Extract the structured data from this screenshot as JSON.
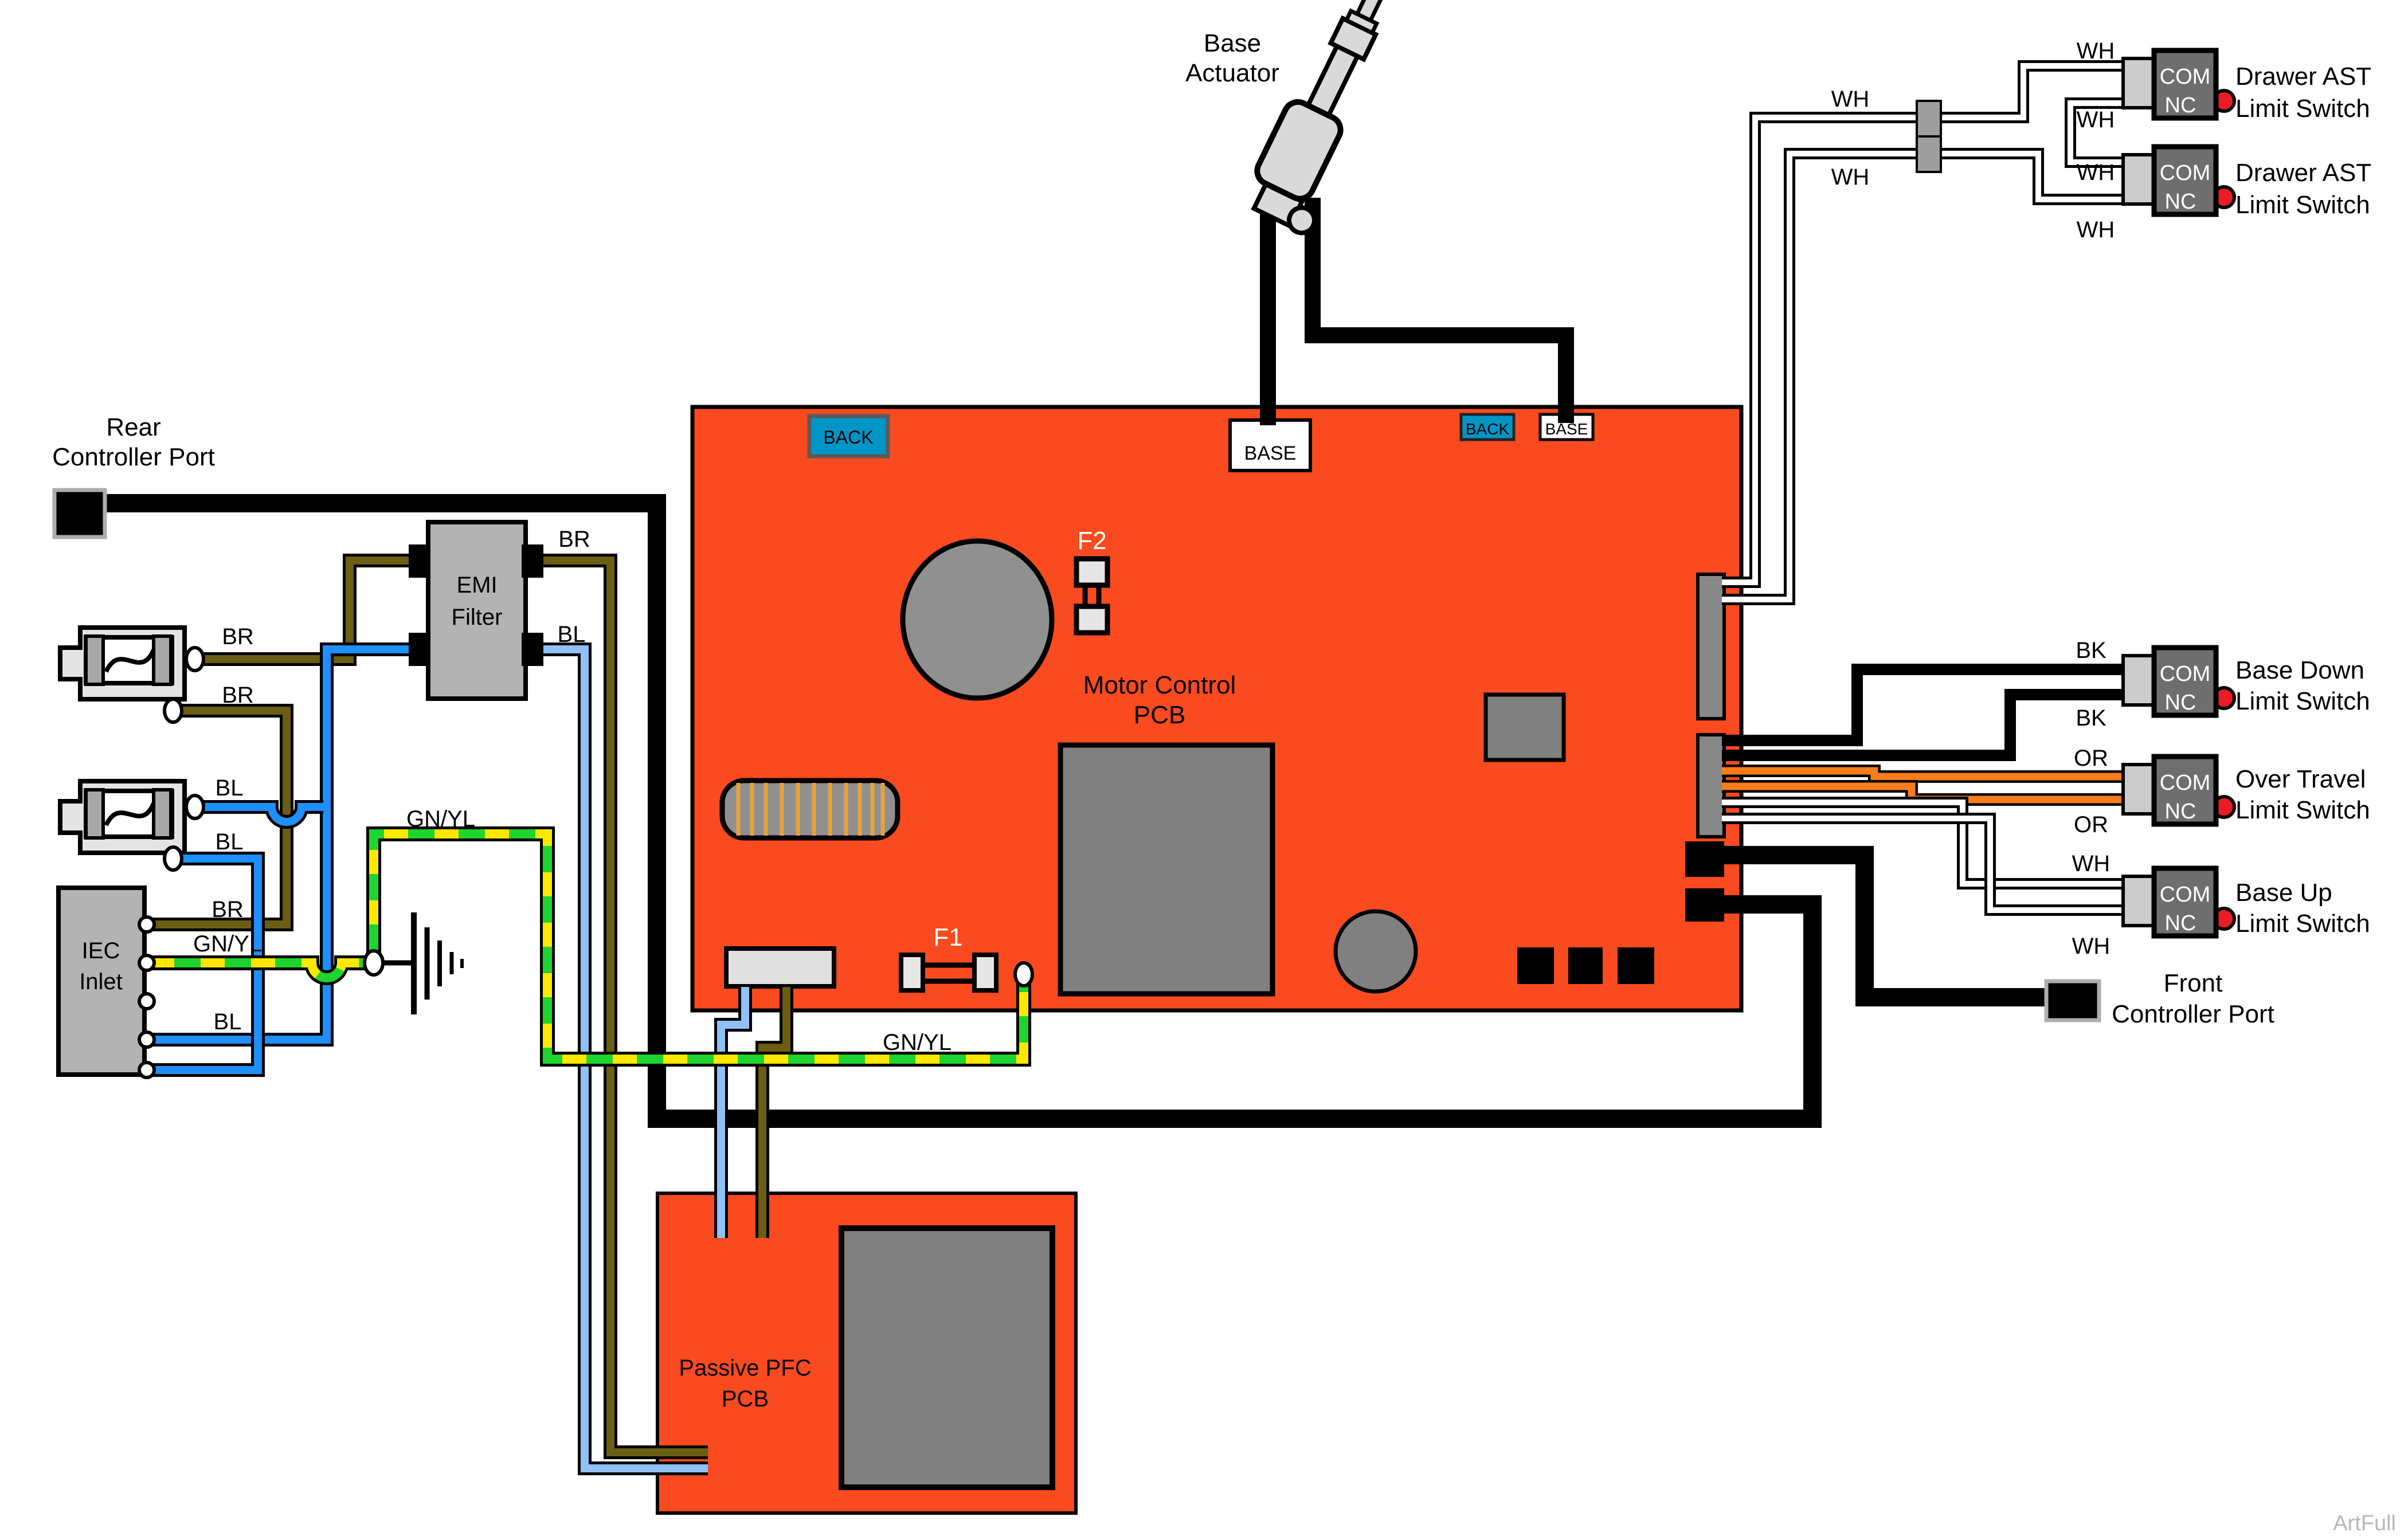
{
  "watermark": "ArtFull",
  "codes": {
    "WH": "WH",
    "BK": "BK",
    "OR": "OR",
    "BR": "BR",
    "BL": "BL",
    "GNYL": "GN/YL",
    "COM": "COM",
    "NC": "NC",
    "BACK": "BACK",
    "BASE": "BASE"
  },
  "actuator": {
    "line1": "Base",
    "line2": "Actuator"
  },
  "ports": {
    "rear": {
      "line1": "Rear",
      "line2": "Controller Port"
    },
    "front": {
      "line1": "Front",
      "line2": "Controller Port"
    }
  },
  "boards": {
    "motor": {
      "line1": "Motor Control",
      "line2": "PCB",
      "fuse_f1": "F1",
      "fuse_f2": "F2"
    },
    "pfc": {
      "line1": "Passive PFC",
      "line2": "PCB"
    }
  },
  "emi": {
    "line1": "EMI",
    "line2": "Filter"
  },
  "iec": {
    "line1": "IEC",
    "line2": "Inlet"
  },
  "switches": {
    "drawer1": {
      "line1": "Drawer AST",
      "line2": "Limit Switch"
    },
    "drawer2": {
      "line1": "Drawer AST",
      "line2": "Limit Switch"
    },
    "base_down": {
      "line1": "Base Down",
      "line2": "Limit Switch"
    },
    "over_travel": {
      "line1": "Over Travel",
      "line2": "Limit Switch"
    },
    "base_up": {
      "line1": "Base Up",
      "line2": "Limit Switch"
    }
  },
  "colors": {
    "pcb": "#FA4A1F",
    "component_gray": "#808080",
    "connector_gray": "#DFDFDF",
    "box_gray": "#B3B3B3",
    "switch_gray": "#6E6E6E",
    "tab_gray": "#CCCCCC",
    "led": "#EC1C24",
    "back_box": "#0095C7",
    "wire_br": "#6B5D11",
    "wire_bl": "#1E8FFD",
    "wire_bl_light": "#8FC1F8",
    "wire_green": "#1ED52F",
    "wire_yellow": "#FFE800",
    "wire_or": "#F87D1B"
  }
}
